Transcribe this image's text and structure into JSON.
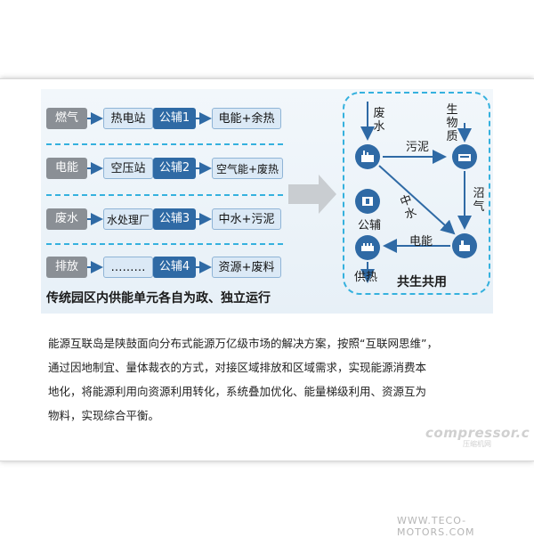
{
  "rows": [
    {
      "source": "燃气",
      "station": "热电站",
      "aux": "公辅1",
      "output": "电能+余热"
    },
    {
      "source": "电能",
      "station": "空压站",
      "aux": "公辅2",
      "output": "空气能+废热"
    },
    {
      "source": "废水",
      "station": "水处理厂",
      "aux": "公辅3",
      "output": "中水+污泥"
    },
    {
      "source": "排放",
      "station": "………",
      "aux": "公辅4",
      "output": "资源+废料"
    }
  ],
  "left_caption": "传统园区内供能单元各自为政、独立运行",
  "cycle": {
    "input_waste_water": "废水",
    "input_biomass": "生物质",
    "edge_sludge": "污泥",
    "edge_biogas": "沼气",
    "edge_reclaimed_water": "中水",
    "edge_electricity": "电能",
    "node_utility": "公辅",
    "node_heat_supply": "供热",
    "title": "共生共用"
  },
  "paragraph": [
    "能源互联岛是陕鼓面向分布式能源万亿级市场的解决方案，按照“互联网思维”，",
    "通过因地制宜、量体裁衣的方式，对接区域排放和区域需求，实现能源消费本",
    "地化，将能源利用向资源利用转化，系统叠加优化、能量梯级利用、资源互为",
    "物料，实现综合平衡。"
  ],
  "watermark": {
    "brand": "compressor.c",
    "sub": "压缩机网",
    "url": "WWW.TECO-MOTORS.COM"
  },
  "colors": {
    "accent_blue": "#2f6aa5",
    "dash_cyan": "#35b1de",
    "row_label_gray": "#8a8f95"
  }
}
